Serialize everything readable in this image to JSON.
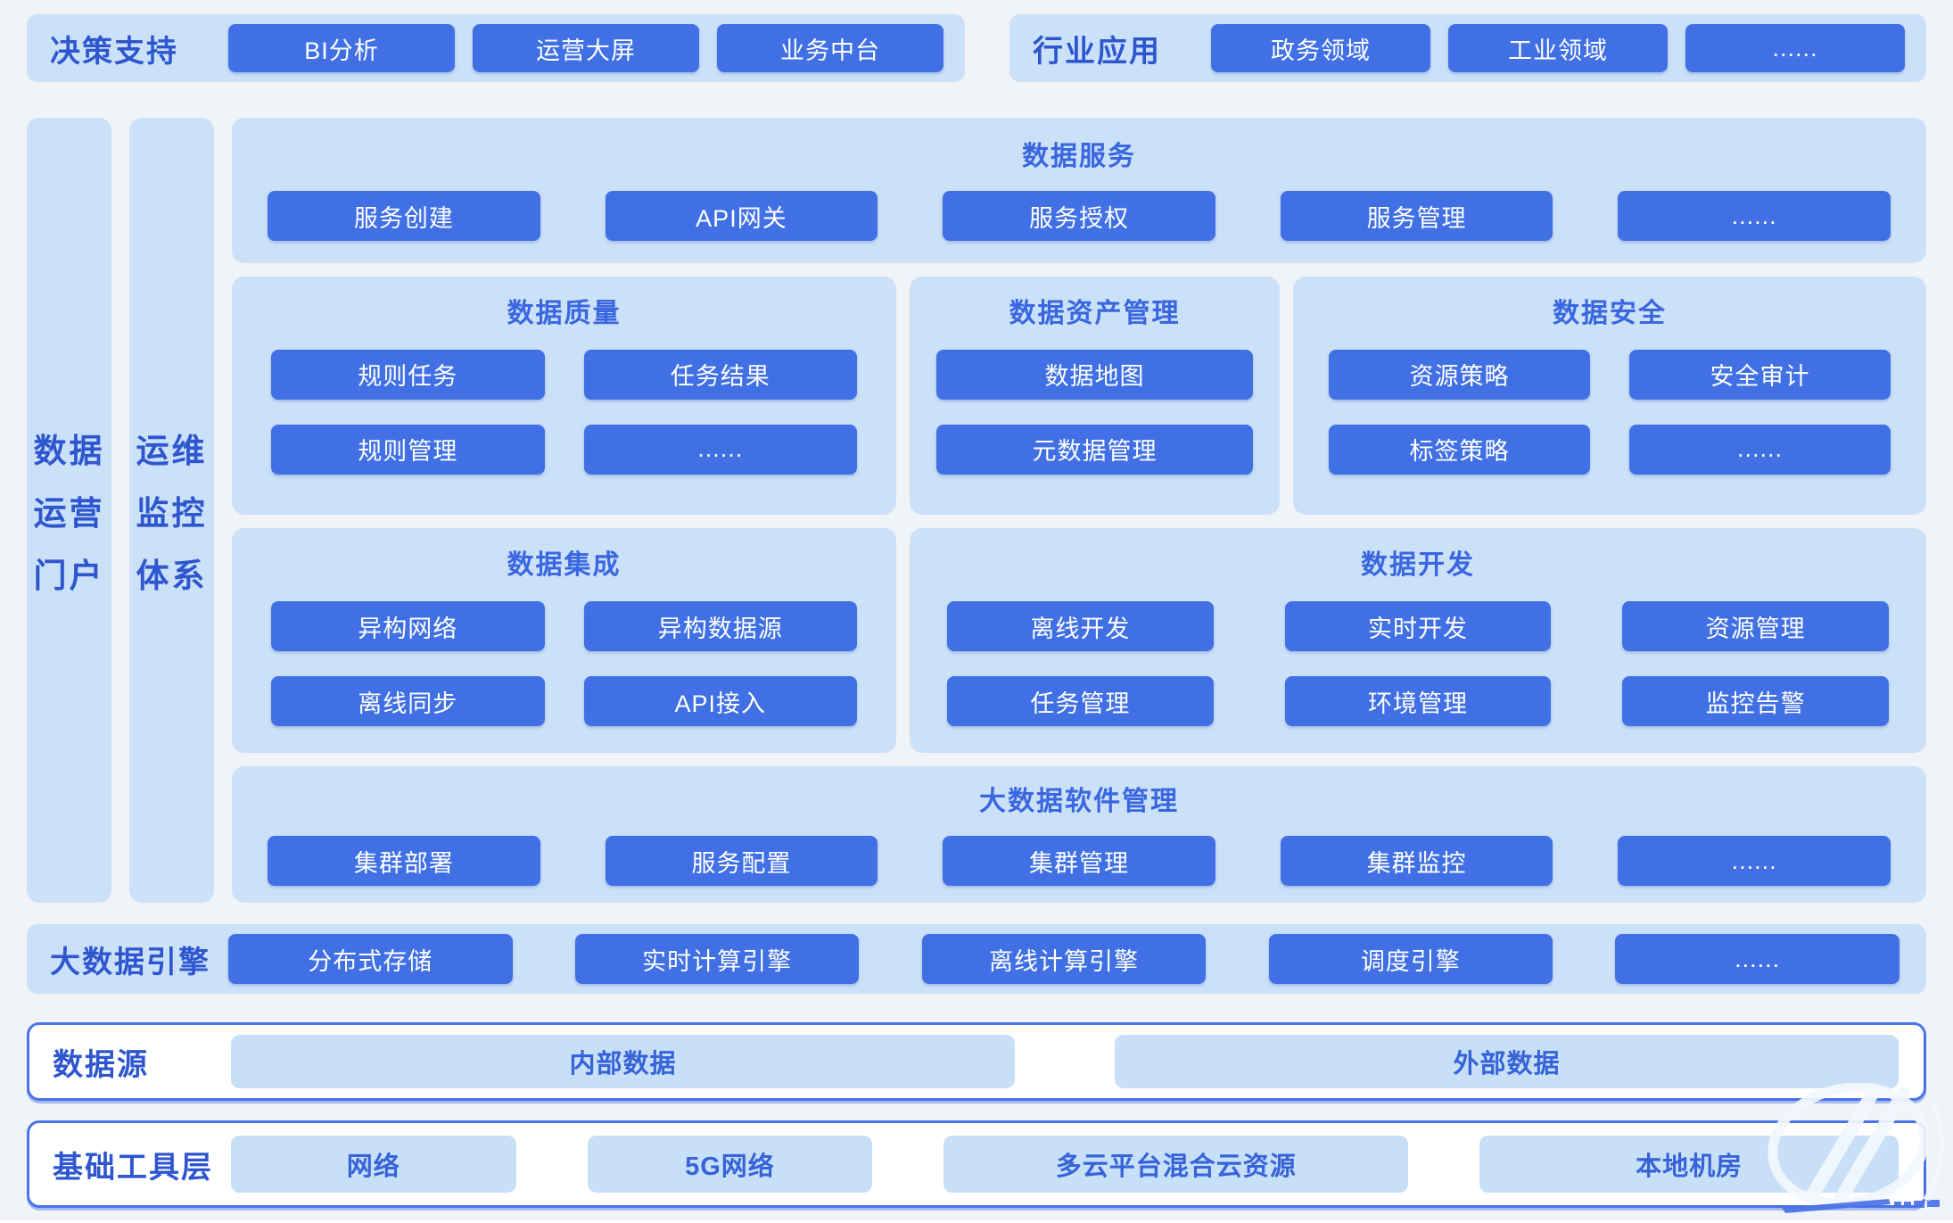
{
  "colors": {
    "background": "#f0f3f7",
    "panel": "#cbe1f8",
    "block": "#4070e4",
    "block_text": "#ffffff",
    "title_text": "#3a66e0",
    "label_text": "#2e56cf",
    "outline": "#4a73e8",
    "chip": "#c7dff7"
  },
  "top_row": {
    "decision": {
      "label": "决策支持",
      "buttons": [
        "BI分析",
        "运营大屏",
        "业务中台"
      ]
    },
    "industry": {
      "label": "行业应用",
      "buttons": [
        "政务领域",
        "工业领域",
        "......"
      ]
    }
  },
  "side_columns": {
    "portal": {
      "line1": "数据",
      "line2": "运营",
      "line3": "门户"
    },
    "ops": {
      "line1": "运维",
      "line2": "监控",
      "line3": "体系"
    }
  },
  "sections": {
    "service": {
      "title": "数据服务",
      "buttons": [
        "服务创建",
        "API网关",
        "服务授权",
        "服务管理",
        "......"
      ]
    },
    "quality": {
      "title": "数据质量",
      "buttons": [
        "规则任务",
        "任务结果",
        "规则管理",
        "......"
      ]
    },
    "asset": {
      "title": "数据资产管理",
      "buttons": [
        "数据地图",
        "元数据管理"
      ]
    },
    "security": {
      "title": "数据安全",
      "buttons": [
        "资源策略",
        "安全审计",
        "标签策略",
        "......"
      ]
    },
    "integration": {
      "title": "数据集成",
      "buttons": [
        "异构网络",
        "异构数据源",
        "离线同步",
        "API接入"
      ]
    },
    "develop": {
      "title": "数据开发",
      "buttons": [
        "离线开发",
        "实时开发",
        "资源管理",
        "任务管理",
        "环境管理",
        "监控告警"
      ]
    },
    "software": {
      "title": "大数据软件管理",
      "buttons": [
        "集群部署",
        "服务配置",
        "集群管理",
        "集群监控",
        "......"
      ]
    }
  },
  "engine": {
    "label": "大数据引擎",
    "buttons": [
      "分布式存储",
      "实时计算引擎",
      "离线计算引擎",
      "调度引擎",
      "......"
    ]
  },
  "datasource": {
    "label": "数据源",
    "chips": [
      "内部数据",
      "外部数据"
    ]
  },
  "infra": {
    "label": "基础工具层",
    "chips": [
      "网络",
      "5G网络",
      "多云平台混合云资源",
      "本地机房"
    ]
  }
}
